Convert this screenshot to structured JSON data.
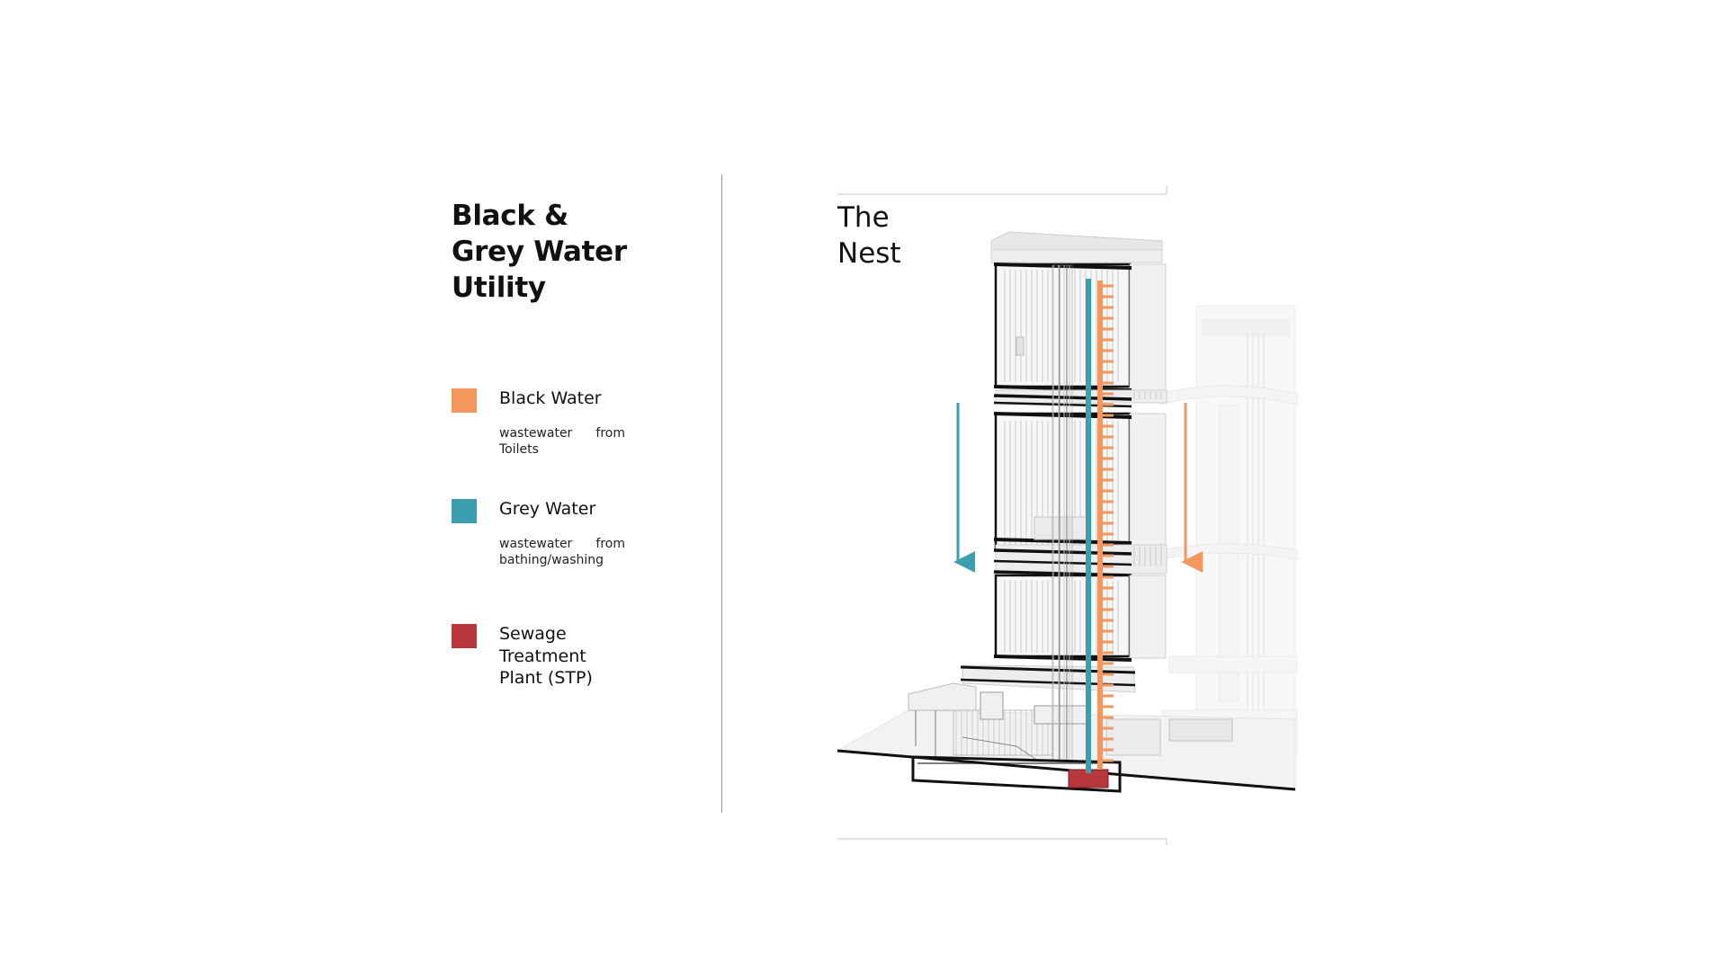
{
  "title": {
    "line1": "Black &",
    "line2": "Grey Water",
    "line3": "Utility"
  },
  "legend": [
    {
      "label": "Black Water",
      "description": "wastewater from Toilets",
      "color": "#F4975F"
    },
    {
      "label": "Grey Water",
      "description": "wastewater from bathing/washing",
      "color": "#3B9FAF"
    },
    {
      "label_lines": [
        "Sewage",
        "Treatment",
        "Plant (STP)"
      ],
      "color": "#B8373A"
    }
  ],
  "diagram": {
    "title_line1": "The",
    "title_line2": "Nest",
    "colors": {
      "black_water": "#F4975F",
      "grey_water": "#3B9FAF",
      "stp": "#B8373A"
    }
  }
}
